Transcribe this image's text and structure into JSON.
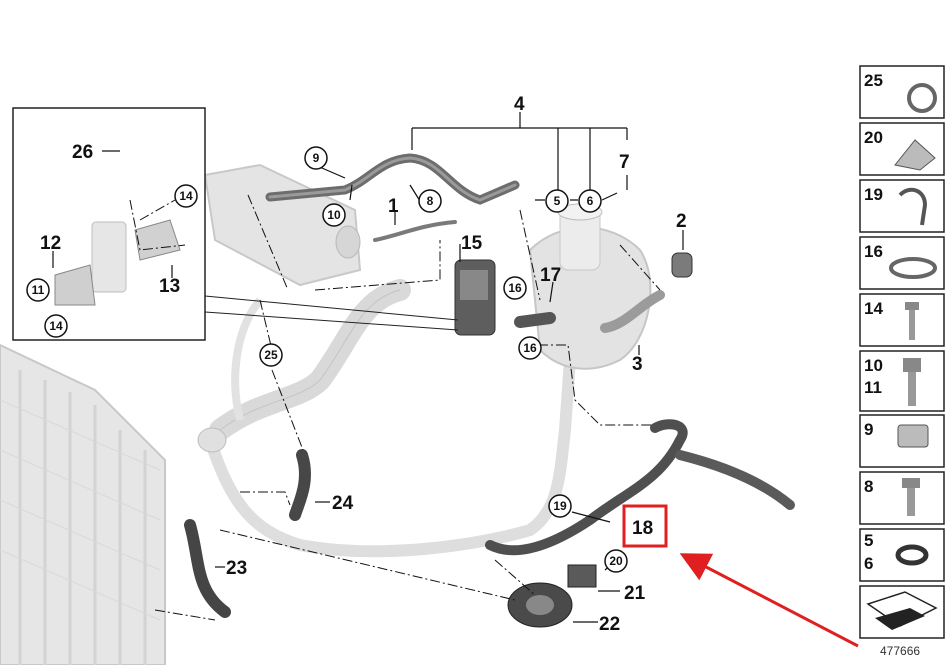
{
  "diagram": {
    "figure_number": "477666",
    "callouts": {
      "c1": "1",
      "c2": "2",
      "c3": "3",
      "c4": "4",
      "c7": "7",
      "c12": "12",
      "c13": "13",
      "c15": "15",
      "c17": "17",
      "c18": "18",
      "c21": "21",
      "c22": "22",
      "c23": "23",
      "c24": "24",
      "c26": "26"
    },
    "circled": {
      "c5": "5",
      "c6": "6",
      "c8": "8",
      "c9": "9",
      "c10": "10",
      "c11": "11",
      "c14a": "14",
      "c14b": "14",
      "c16a": "16",
      "c16b": "16",
      "c19": "19",
      "c20": "20",
      "c25": "25"
    },
    "sidebar": {
      "s25": "25",
      "s20": "20",
      "s19": "19",
      "s16": "16",
      "s14": "14",
      "s10": "10",
      "s11": "11",
      "s9": "9",
      "s8": "8",
      "s5": "5",
      "s6": "6"
    },
    "highlight_color": "#e02020"
  }
}
